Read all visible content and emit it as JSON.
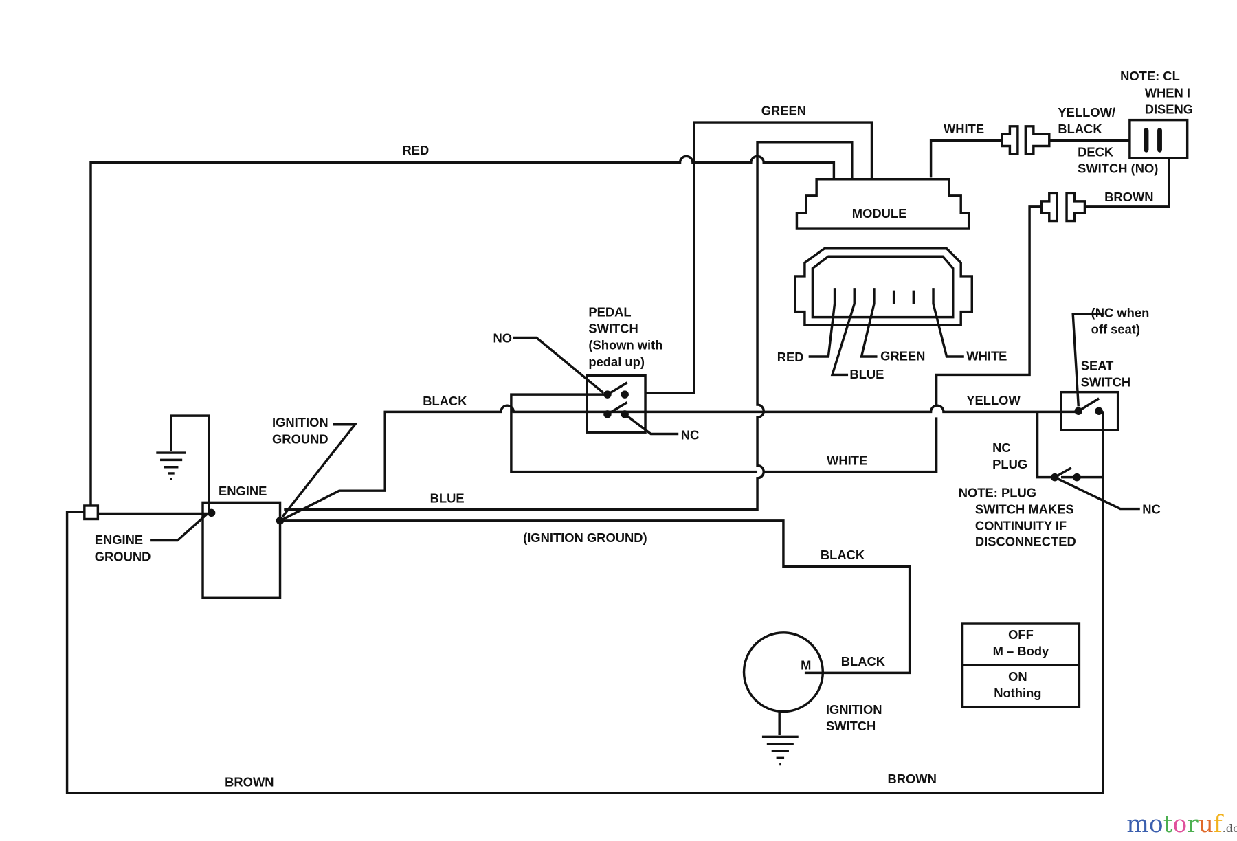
{
  "labels": {
    "red": "RED",
    "green": "GREEN",
    "white_top": "WHITE",
    "yellow_black_1": "YELLOW/",
    "yellow_black_2": "BLACK",
    "deck_switch_1": "DECK",
    "deck_switch_2": "SWITCH (NO)",
    "brown_top": "BROWN",
    "note_top_1": "NOTE:   CL",
    "note_top_2": "WHEN I",
    "note_top_3": "DISENG",
    "module": "MODULE",
    "conn_red": "RED",
    "conn_green": "GREEN",
    "conn_white": "WHITE",
    "conn_blue": "BLUE",
    "pedal_1": "PEDAL",
    "pedal_2": "SWITCH",
    "pedal_3": "(Shown with",
    "pedal_4": "pedal up)",
    "no": "NO",
    "nc_pedal": "NC",
    "black_mid": "BLACK",
    "yellow": "YELLOW",
    "white_mid": "WHITE",
    "blue": "BLUE",
    "ign_ground_1": "IGNITION",
    "ign_ground_2": "GROUND",
    "engine": "ENGINE",
    "engine_ground_1": "ENGINE",
    "engine_ground_2": "GROUND",
    "ign_ground_paren": "(IGNITION GROUND)",
    "black_lower": "BLACK",
    "black_switch": "BLACK",
    "m": "M",
    "ign_switch_1": "IGNITION",
    "ign_switch_2": "SWITCH",
    "nc_off_seat_1": "(NC when",
    "nc_off_seat_2": "off seat)",
    "seat_1": "SEAT",
    "seat_2": "SWITCH",
    "nc_plug_1": "NC",
    "nc_plug_2": "PLUG",
    "note_plug_1": "NOTE:   PLUG",
    "note_plug_2": "SWITCH MAKES",
    "note_plug_3": "CONTINUITY IF",
    "note_plug_4": "DISCONNECTED",
    "nc_seat": "NC",
    "brown_left": "BROWN",
    "brown_right": "BROWN"
  },
  "legend_table": {
    "off_1": "OFF",
    "off_2": "M – Body",
    "on_1": "ON",
    "on_2": "Nothing"
  },
  "watermark": {
    "letters": [
      "m",
      "o",
      "t",
      "o",
      "r",
      "u",
      "f"
    ],
    "colors": [
      "#3b5fae",
      "#3b5fae",
      "#4caf50",
      "#e0529c",
      "#4caf50",
      "#e06a2a",
      "#f2b21d"
    ],
    "suffix": ".de"
  }
}
